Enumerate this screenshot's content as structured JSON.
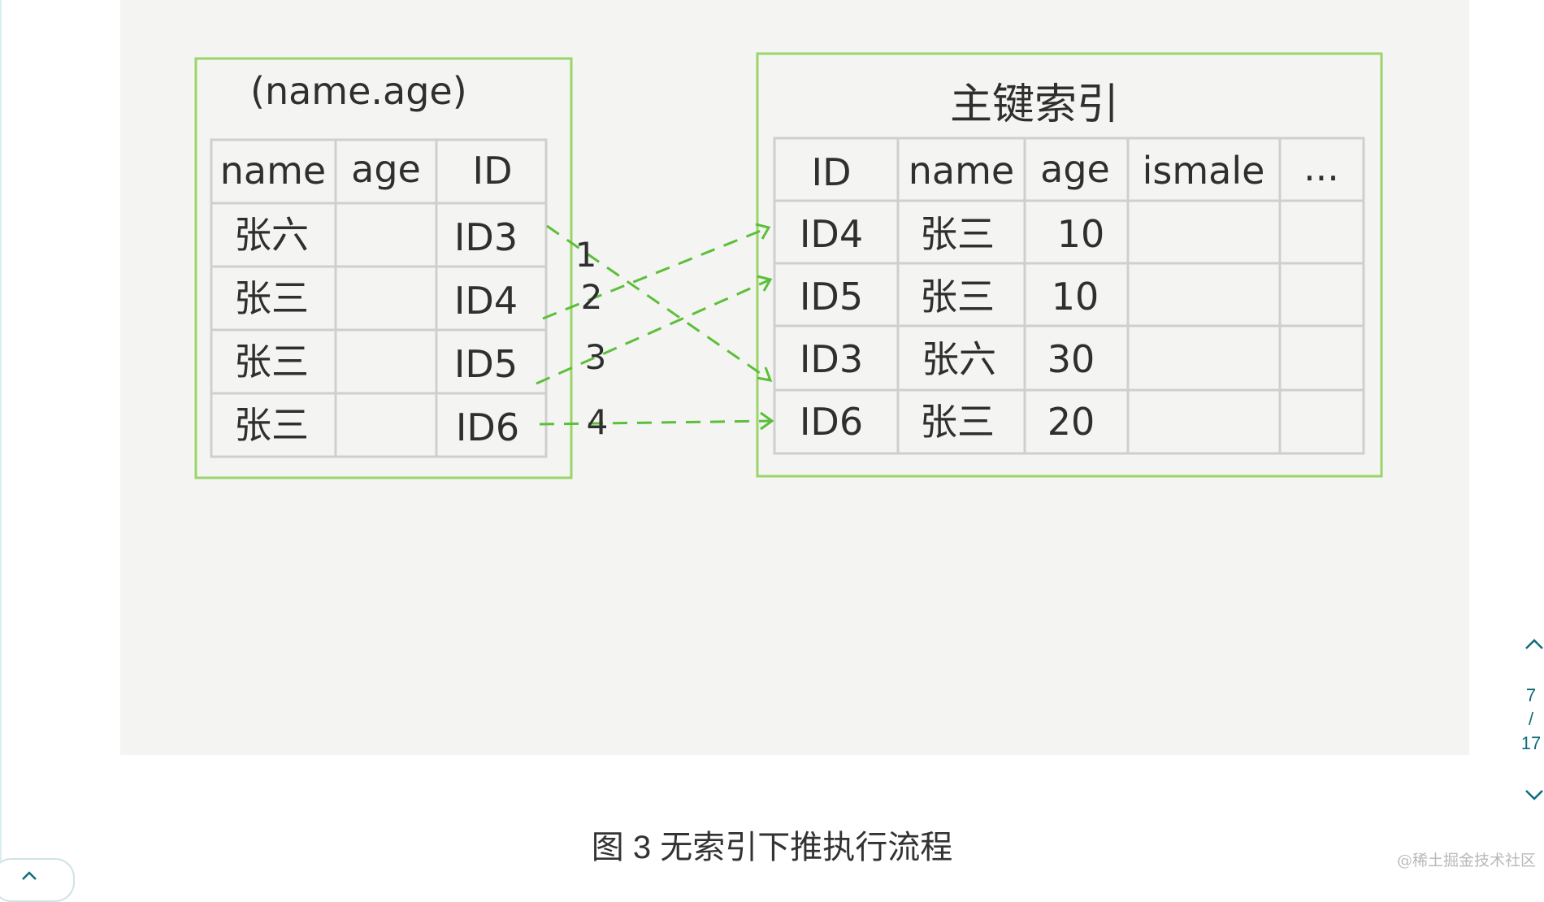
{
  "figure": {
    "secondary_index": {
      "title": "(name.age)",
      "headers": [
        "name",
        "age",
        "ID"
      ],
      "rows": [
        [
          "张六",
          "",
          "ID3"
        ],
        [
          "张三",
          "",
          "ID4"
        ],
        [
          "张三",
          "",
          "ID5"
        ],
        [
          "张三",
          "",
          "ID6"
        ]
      ]
    },
    "primary_index": {
      "title": "主键索引",
      "headers": [
        "ID",
        "name",
        "age",
        "ismale",
        "..."
      ],
      "rows": [
        [
          "ID4",
          "张三",
          "10",
          "",
          ""
        ],
        [
          "ID5",
          "张三",
          "10",
          "",
          ""
        ],
        [
          "ID3",
          "张六",
          "30",
          "",
          ""
        ],
        [
          "ID6",
          "张三",
          "20",
          "",
          ""
        ]
      ]
    },
    "arrows": [
      {
        "label": "1",
        "from": "ID3",
        "to": "ID3"
      },
      {
        "label": "2",
        "from": "ID4",
        "to": "ID4"
      },
      {
        "label": "3",
        "from": "ID5",
        "to": "ID5"
      },
      {
        "label": "4",
        "from": "ID6",
        "to": "ID6"
      }
    ]
  },
  "caption": "图 3 无索引下推执行流程",
  "pager": {
    "current": "7",
    "separator": "/",
    "total": "17",
    "up_icon": "chevron-up-icon",
    "down_icon": "chevron-down-icon"
  },
  "watermark": "@稀土掘金技术社区",
  "colors": {
    "frame": "#9ad56a",
    "arrow": "#5cbf3a",
    "grid": "#cfcfcf",
    "panel": "#f4f4f2",
    "pager": "#0f6d78"
  }
}
